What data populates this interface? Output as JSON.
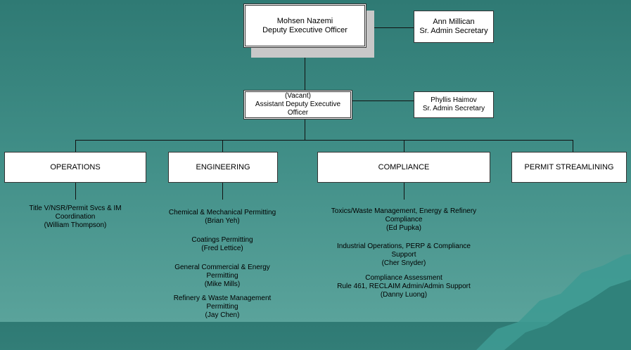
{
  "exec": {
    "name": "Mohsen Nazemi",
    "title": "Deputy Executive Officer"
  },
  "exec_secretary": {
    "name": "Ann Millican",
    "title": "Sr. Admin Secretary"
  },
  "assistant": {
    "name": "(Vacant)",
    "title_line1": "Assistant Deputy Executive",
    "title_line2": "Officer"
  },
  "assistant_secretary": {
    "name": "Phyllis Haimov",
    "title": "Sr. Admin Secretary"
  },
  "divisions": {
    "operations": "OPERATIONS",
    "engineering": "ENGINEERING",
    "compliance": "COMPLIANCE",
    "permit": "PERMIT STREAMLINING"
  },
  "operations_units": [
    {
      "lines": [
        "Title V/NSR/Permit Svcs & IM",
        "Coordination",
        "(William Thompson)"
      ]
    }
  ],
  "engineering_units": [
    {
      "lines": [
        "Chemical & Mechanical Permitting",
        "(Brian Yeh)"
      ]
    },
    {
      "lines": [
        "Coatings Permitting",
        "(Fred Lettice)"
      ]
    },
    {
      "lines": [
        "General Commercial & Energy",
        "Permitting",
        "(Mike Mills)"
      ]
    },
    {
      "lines": [
        "Refinery & Waste Management",
        "Permitting",
        "(Jay Chen)"
      ]
    }
  ],
  "compliance_units": [
    {
      "lines": [
        "Toxics/Waste Management, Energy & Refinery",
        "Compliance",
        "(Ed Pupka)"
      ]
    },
    {
      "lines": [
        "Industrial Operations, PERP & Compliance",
        "Support",
        "(Cher Snyder)"
      ]
    },
    {
      "lines": [
        "Compliance Assessment",
        "Rule 461, RECLAIM Admin/Admin Support",
        "(Danny Luong)"
      ]
    }
  ]
}
